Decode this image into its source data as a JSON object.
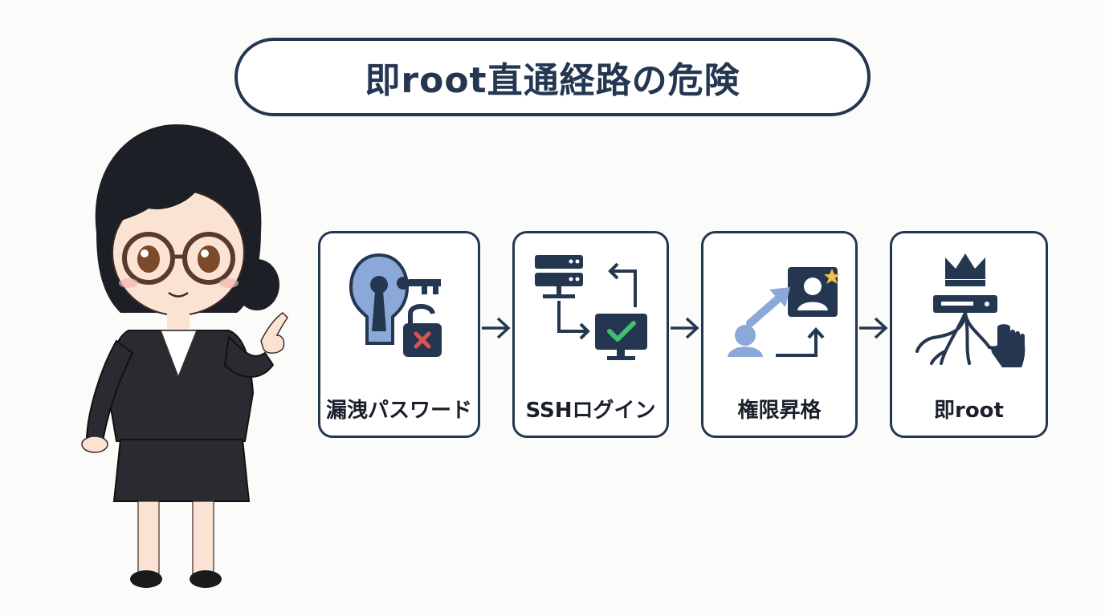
{
  "title": "即root直通経路の危険",
  "steps": [
    {
      "label": "漏洩パスワード",
      "icon": "keyhole-key-broken-lock-icon"
    },
    {
      "label": "SSHログイン",
      "icon": "server-to-monitor-icon"
    },
    {
      "label": "権限昇格",
      "icon": "user-escalation-icon"
    },
    {
      "label": "即root",
      "icon": "crowned-server-roots-icon"
    }
  ],
  "colors": {
    "navy": "#243650",
    "accent_blue": "#8aa8d8",
    "danger": "#d9534f",
    "success": "#3fbf6f",
    "star": "#f2c14e"
  }
}
